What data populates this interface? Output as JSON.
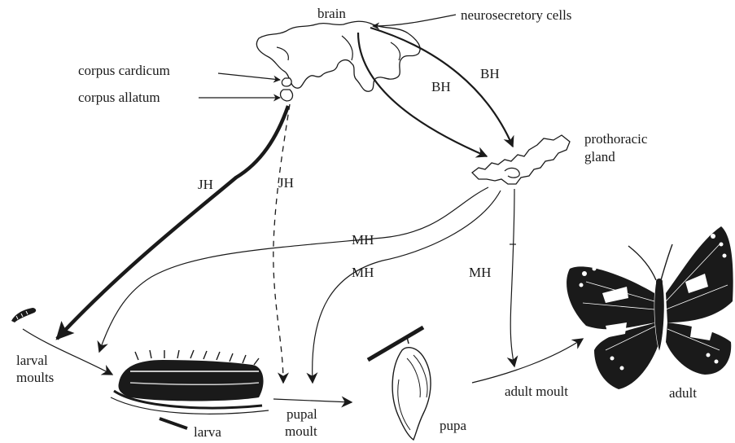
{
  "labels": {
    "brain": "brain",
    "neurosecretory_cells": "neurosecretory cells",
    "corpus_cardicum": "corpus cardicum",
    "corpus_allatum": "corpus allatum",
    "prothoracic_line1": "prothoracic",
    "prothoracic_line2": "gland",
    "bh_left": "BH",
    "bh_right": "BH",
    "jh_solid": "JH",
    "jh_dashed": "JH",
    "mh_larval": "MH",
    "mh_pupal": "MH",
    "mh_adult": "MH",
    "larval_moults_line1": "larval",
    "larval_moults_line2": "moults",
    "larva": "larva",
    "pupal_moult_line1": "pupal",
    "pupal_moult_line2": "moult",
    "pupa": "pupa",
    "adult_moult": "adult moult",
    "adult": "adult"
  },
  "icons": {
    "brain": "brain-icon",
    "prothoracic_gland": "prothoracic-gland-icon",
    "egg_caterpillar": "young-caterpillar-icon",
    "larva": "caterpillar-icon",
    "pupa": "chrysalis-icon",
    "adult": "butterfly-icon"
  },
  "colors": {
    "ink": "#1a1a1a",
    "background": "#ffffff"
  }
}
